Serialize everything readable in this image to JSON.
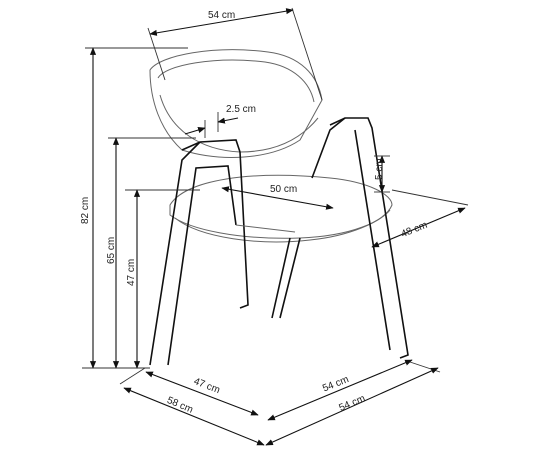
{
  "diagram": {
    "subject": "armchair dimension drawing",
    "line_color": "#111111",
    "background": "#ffffff"
  },
  "dimensions": {
    "top_width": "54 cm",
    "backrest_thickness": "2.5 cm",
    "seat_width": "50 cm",
    "seat_depth": "48 cm",
    "armrest_height_above_seat": "5 cm",
    "total_height": "82 cm",
    "armrest_height": "65 cm",
    "seat_height": "47 cm",
    "base_left_depth": "47 cm",
    "base_front_width": "54 cm",
    "overall_depth": "58 cm",
    "overall_width": "54 cm"
  }
}
